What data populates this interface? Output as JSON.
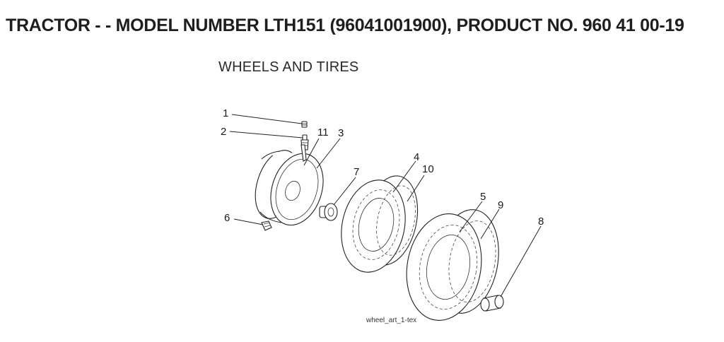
{
  "header": {
    "title": "TRACTOR - - MODEL NUMBER LTH151 (96041001900), PRODUCT NO. 960 41 00-19"
  },
  "section": {
    "title": "WHEELS AND TIRES"
  },
  "callouts": {
    "c1": "1",
    "c2": "2",
    "c3": "3",
    "c4": "4",
    "c5": "5",
    "c6": "6",
    "c7": "7",
    "c8": "8",
    "c9": "9",
    "c10": "10",
    "c11": "11"
  },
  "footer": {
    "art_ref": "wheel_art_1-tex"
  }
}
